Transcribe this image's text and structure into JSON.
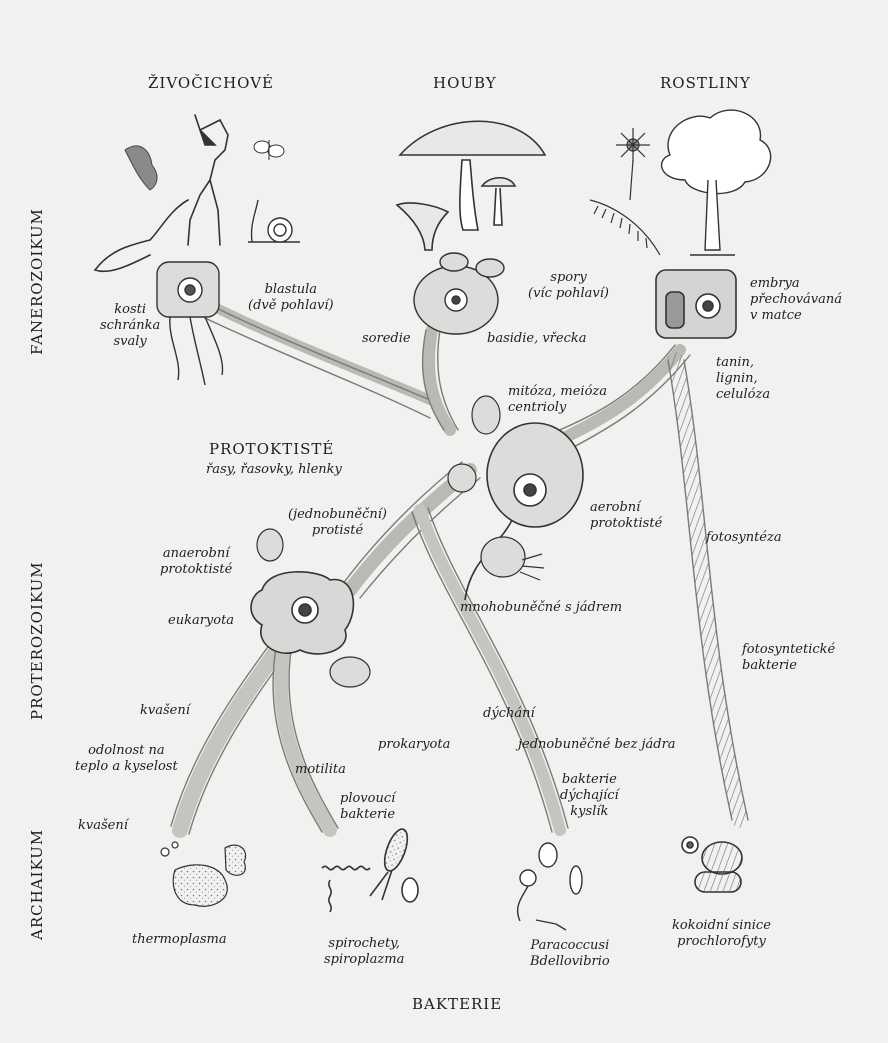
{
  "kingdoms": {
    "animals": "ŽIVOČICHOVÉ",
    "fungi": "HOUBY",
    "plants": "ROSTLINY",
    "protoctists": "PROTOKTISTÉ",
    "protoctists_sub": "řasy, řasovky, hlenky",
    "bacteria": "BAKTERIE"
  },
  "eras": {
    "phanerozoic": "FANEROZOIKUM",
    "proterozoic": "PROTEROZOIKUM",
    "archaic": "ARCHAIKUM"
  },
  "labels": {
    "bones": "kosti\nschránka\nsvaly",
    "blastula": "blastula\n(dvě pohlaví)",
    "spores": "spory\n(víc pohlaví)",
    "soredia": "soredie",
    "basidia": "basidie, vřecka",
    "embryos": "embrya\npřechovávaná\nv matce",
    "tannin": "tanin,\nlignin,\ncelulóza",
    "mitosis": "mitóza, meióza\ncentrioly",
    "unicellular": "(jednobuněční)\nprotisté",
    "anaerobic": "anaerobní\nprotoktisté",
    "aerobic": "aerobní\nprotoktisté",
    "photosynthesis": "fotosyntéza",
    "eukaryota": "eukaryota",
    "multicellular_nucleus": "mnohobuněčné s jádrem",
    "photo_bacteria": "fotosyntetické\nbakterie",
    "fermentation_1": "kvašení",
    "respiration": "dýchání",
    "heat_acid": "odolnost na\nteplo a kyselost",
    "prokaryota": "prokaryota",
    "unicellular_no_nucleus": "jednobuněčné bez jádra",
    "motility": "motilita",
    "oxygen_bacteria": "bakterie\ndýchající\nkyslík",
    "floating_bacteria": "plovoucí\nbakterie",
    "fermentation_2": "kvašení",
    "thermoplasma": "thermoplasma",
    "spirochetes": "spirochety,\nspiroplazma",
    "paracoccus": "Paracoccusi\nBdellovibrio",
    "cyanobacteria": "kokoidní sinice\nprochlorofyty"
  },
  "icons": [
    "fox-icon",
    "bird-icon",
    "butterfly-icon",
    "snail-icon",
    "mushroom-icon",
    "flower-icon",
    "fern-icon",
    "tree-icon",
    "animal-cell-icon",
    "fungal-cell-icon",
    "plant-cell-icon",
    "amoeba-icon",
    "flagellate-icon",
    "bacteria-icon"
  ],
  "colors": {
    "paper": "#f1f1ef",
    "ink": "#1e1e1e",
    "stipple": "#8a8a88",
    "cell_fill": "#e4e4e2"
  }
}
